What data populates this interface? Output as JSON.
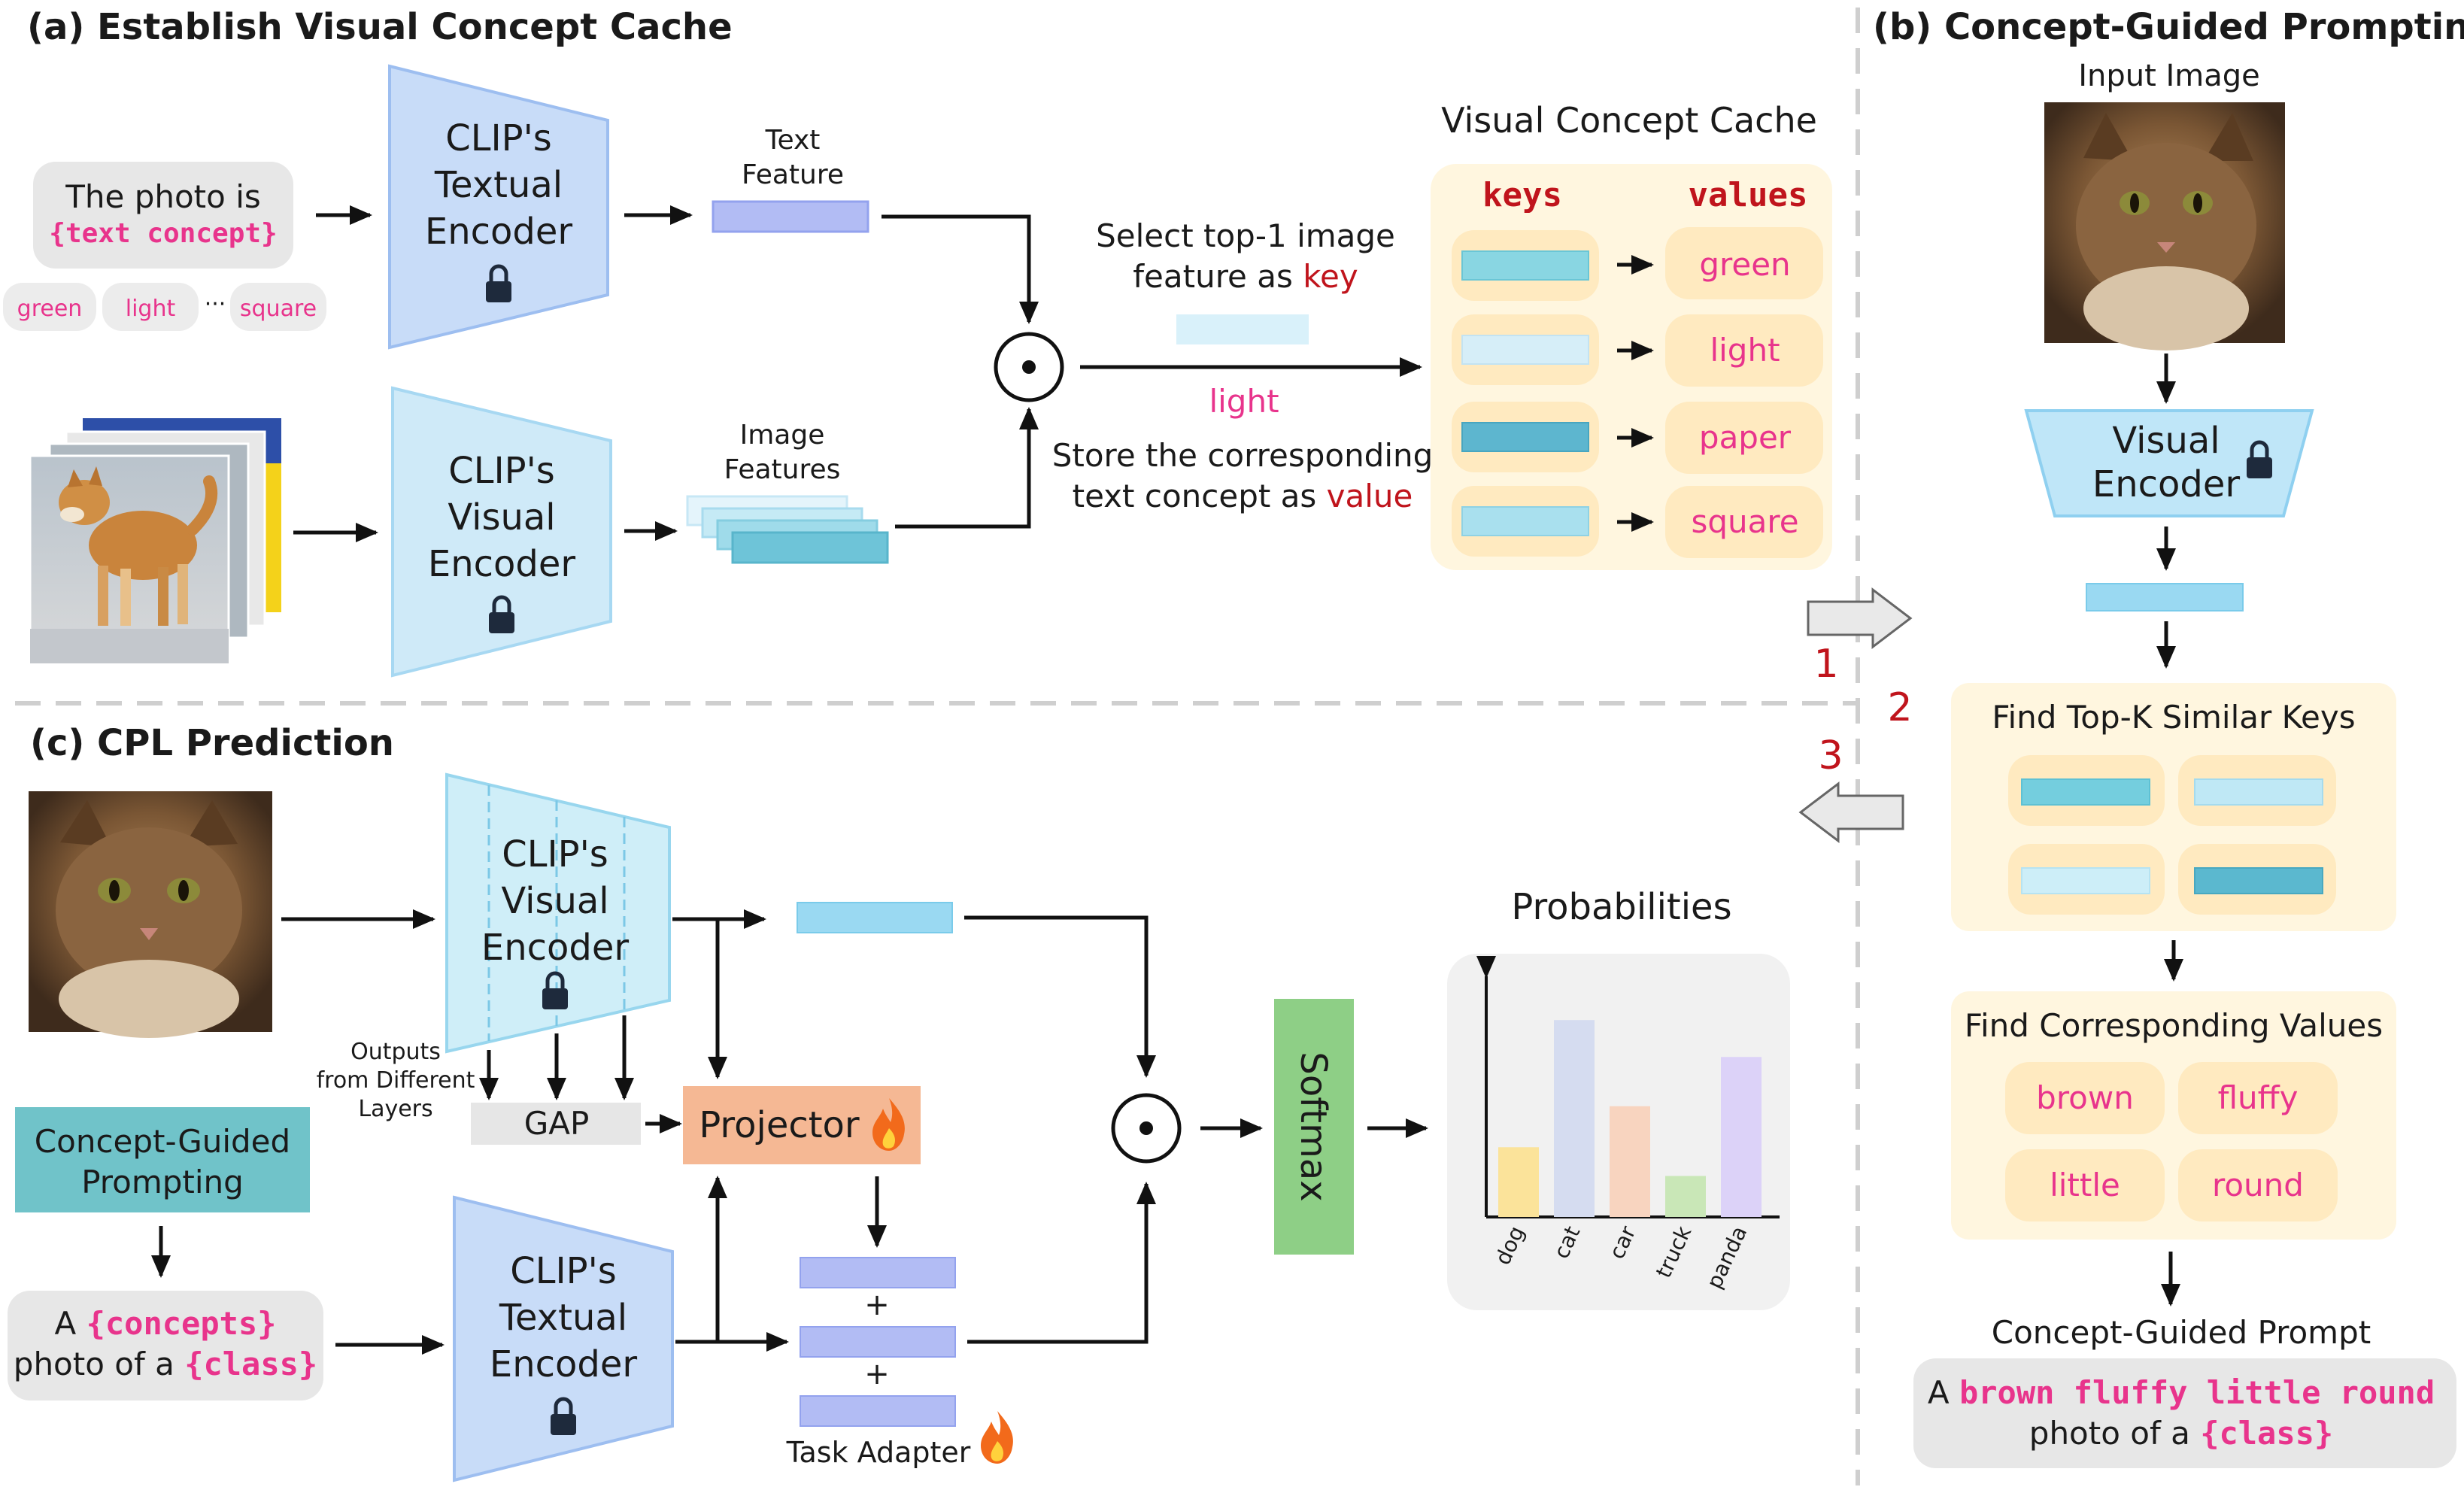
{
  "panels": {
    "a_title": "(a) Establish Visual Concept Cache",
    "b_title": "(b) Concept-Guided Prompting",
    "c_title": "(c) CPL Prediction"
  },
  "panel_a": {
    "prompt_line1": "The photo is",
    "prompt_line2": "{text concept}",
    "concept_chips": [
      "green",
      "light",
      "square"
    ],
    "chip_ellipsis": "···",
    "text_encoder": [
      "CLIP's",
      "Textual",
      "Encoder"
    ],
    "visual_encoder": [
      "CLIP's",
      "Visual",
      "Encoder"
    ],
    "text_feature": [
      "Text",
      "Feature"
    ],
    "image_features": [
      "Image",
      "Features"
    ],
    "select_key": [
      "Select top-1 image",
      "feature as "
    ],
    "key_word": "key",
    "selected_concept": "light",
    "store_value": [
      "Store the corresponding",
      "text concept as "
    ],
    "value_word": "value",
    "cache_title": "Visual Concept Cache",
    "cache_keys_header": "keys",
    "cache_values_header": "values",
    "cache_values": [
      "green",
      "light",
      "paper",
      "square"
    ]
  },
  "panel_b": {
    "input_image_label": "Input Image",
    "visual_encoder": [
      "Visual",
      "Encoder"
    ],
    "find_keys": "Find Top-K Similar Keys",
    "find_values": "Find Corresponding Values",
    "values": [
      "brown",
      "fluffy",
      "little",
      "round"
    ],
    "prompt_label": "Concept-Guided Prompt",
    "prompt_prefix": "A ",
    "prompt_concepts": "brown fluffy little round",
    "prompt_line2_prefix": "photo of a ",
    "prompt_class": "{class}"
  },
  "steps": [
    "1",
    "2",
    "3"
  ],
  "panel_c": {
    "visual_encoder": [
      "CLIP's",
      "Visual",
      "Encoder"
    ],
    "outputs_label": [
      "Outputs",
      "from Different",
      "Layers"
    ],
    "gap": "GAP",
    "projector": "Projector",
    "concept_guided": [
      "Concept-Guided",
      "Prompting"
    ],
    "prompt_a": "A ",
    "prompt_concepts": "{concepts}",
    "prompt_photo": "photo of a ",
    "prompt_class": "{class}",
    "text_encoder": [
      "CLIP's",
      "Textual",
      "Encoder"
    ],
    "plus": "+",
    "task_adapter": "Task Adapter",
    "softmax": "Softmax",
    "probabilities_title": "Probabilities"
  },
  "chart_data": {
    "type": "bar",
    "title": "Probabilities",
    "categories": [
      "dog",
      "cat",
      "car",
      "truck",
      "panda"
    ],
    "values": [
      0.17,
      0.48,
      0.27,
      0.1,
      0.39
    ],
    "ylim": [
      0,
      0.55
    ],
    "colors": [
      "#fbe39a",
      "#d5dcf0",
      "#f8d4bf",
      "#c9e7b7",
      "#dcd2f8"
    ]
  },
  "colors": {
    "accent_pink": "#e8348c",
    "accent_red": "#c0141c",
    "encoder_blue": "#c8dcf8",
    "cache_bg": "#fff6df",
    "projector": "#f5b894",
    "softmax": "#8ecf86",
    "concept_box": "#70c3c9"
  }
}
